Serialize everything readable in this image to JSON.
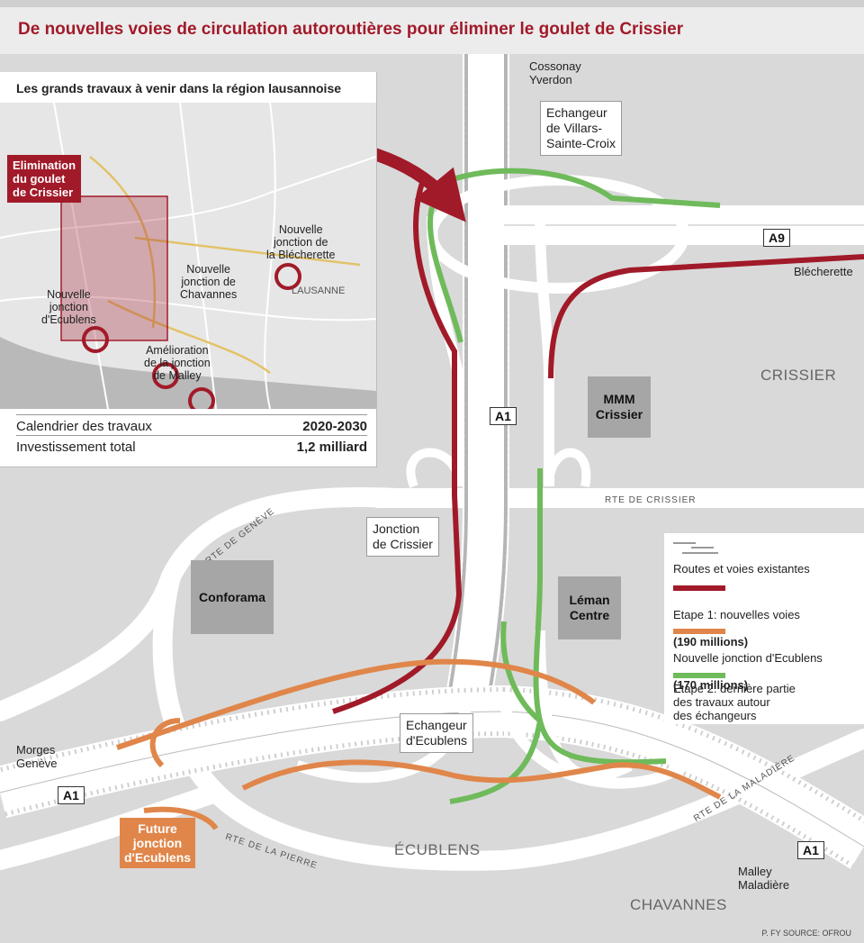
{
  "title": "De nouvelles voies de circulation autoroutières pour éliminer le goulet de Crissier",
  "inset": {
    "title": "Les grands travaux à venir dans la région lausannoise",
    "highlight_label": "Elimination\ndu goulet\nde Crissier",
    "labels": {
      "blecherette": "Nouvelle\njonction de\nla Blécherette",
      "chavannes": "Nouvelle\njonction de\nChavannes",
      "ecublens": "Nouvelle\njonction\nd'Ecublens",
      "malley": "Amélioration\nde la jonction\nde Malley",
      "lausanne": "LAUSANNE"
    },
    "calendar_label": "Calendrier des travaux",
    "calendar_value": "2020-2030",
    "investment_label": "Investissement total",
    "investment_value": "1,2 milliard"
  },
  "map": {
    "cossonay": "Cossonay\nYverdon",
    "villars": "Echangeur\nde Villars-\nSainte-Croix",
    "a9": "A9",
    "blecherette": "Blécherette",
    "crissier": "CRISSIER",
    "mmm": "MMM\nCrissier",
    "a1_top": "A1",
    "rte_crissier": "RTE DE CRISSIER",
    "rte_geneve": "RTE DE GENÈVE",
    "jonction_crissier": "Jonction\nde Crissier",
    "conforama": "Conforama",
    "leman": "Léman\nCentre",
    "echangeur_ecublens": "Echangeur\nd'Ecublens",
    "morges": "Morges\nGenève",
    "a1_left": "A1",
    "future": "Future\njonction\nd'Ecublens",
    "rte_pierre": "RTE DE LA PIERRE",
    "ecublens": "ÉCUBLENS",
    "rte_maladiere": "RTE DE LA MALADIÈRE",
    "a1_right": "A1",
    "malley": "Malley\nMaladière",
    "chavannes": "CHAVANNES",
    "source": "P. FY SOURCE: OFROU"
  },
  "legend": {
    "existing": "Routes et voies existantes",
    "stage1_a": "Etape 1: nouvelles voies",
    "stage1_b": "(190 millions)",
    "ecublens_a": "Nouvelle jonction d'Ecublens",
    "ecublens_b": "(170 millions)",
    "stage2": "Etape 2: dernière partie\ndes travaux autour\ndes échangeurs"
  },
  "colors": {
    "red": "#a11a2a",
    "orange": "#e0864a",
    "green": "#6fbb5b",
    "background": "#d9d9d9"
  }
}
